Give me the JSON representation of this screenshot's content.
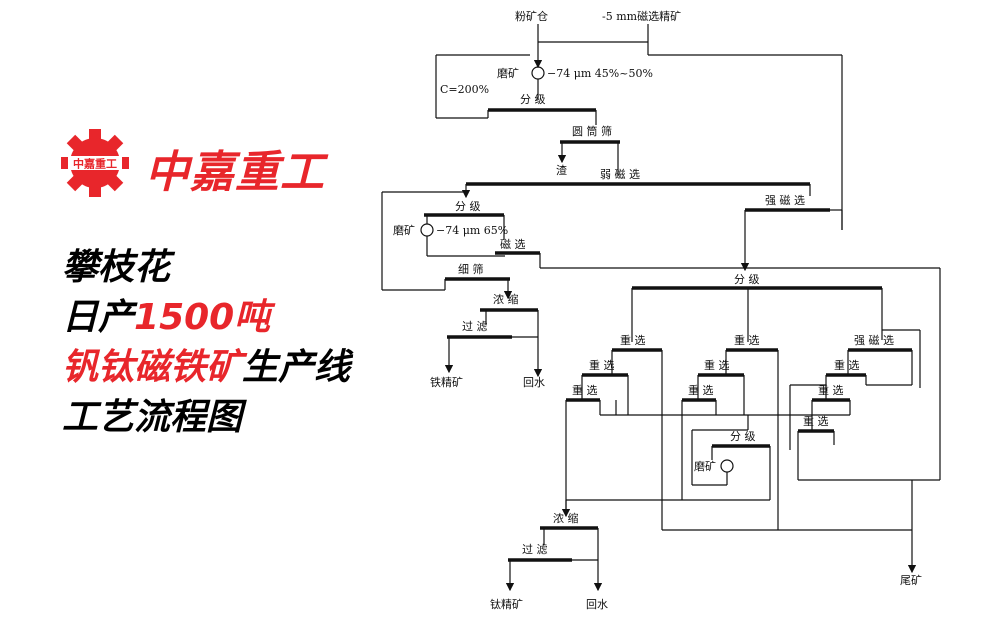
{
  "brand": {
    "gear_text": "中嘉重工",
    "name": "中嘉重工",
    "color": "#e8262b"
  },
  "headline": {
    "line1": "攀枝花",
    "line2_prefix": "日产",
    "line2_number": "1500吨",
    "line3_red": "钒钛磁铁矿",
    "line3_black": "生产线",
    "line4": "工艺流程图"
  },
  "diagram": {
    "feed_ore_bin": "粉矿仓",
    "feed_mag_conc": "-5 mm磁选精矿",
    "grind1_label": "磨矿",
    "grind1_spec": "−74 μm 45%~50%",
    "circulating_load": "C=200%",
    "classify1": "分 级",
    "trommel": "圆 筒 筛",
    "slag": "渣",
    "weak_mag": "弱 磁 选",
    "strong_mag1": "强 磁 选",
    "classify2": "分 级",
    "grind2_label": "磨矿",
    "grind2_spec": "−74 μm 65%",
    "mag_sep": "磁 选",
    "fine_screen": "细 筛",
    "thicken1": "浓 缩",
    "filter1": "过 滤",
    "iron_conc": "铁精矿",
    "return_water1": "回水",
    "classify3": "分 级",
    "gravity_a1": "重 选",
    "gravity_a2": "重 选",
    "gravity_a3": "重 选",
    "gravity_b1": "重 选",
    "gravity_b2": "重 选",
    "gravity_b3": "重 选",
    "strong_mag2": "强 磁 选",
    "gravity_c1": "重 选",
    "gravity_c2": "重 选",
    "gravity_c3": "重 选",
    "classify4": "分 级",
    "grind3_label": "磨矿",
    "thicken2": "浓 缩",
    "filter2": "过 滤",
    "ti_conc": "钛精矿",
    "return_water2": "回水",
    "tailings": "尾矿"
  }
}
